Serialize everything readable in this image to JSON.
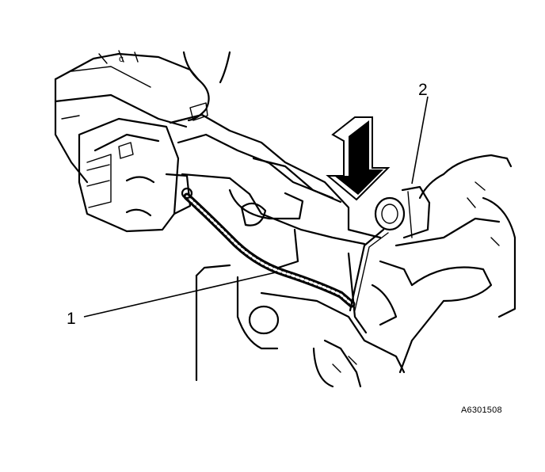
{
  "callouts": {
    "item1": "1",
    "item2": "2"
  },
  "figure_id": "A6301508",
  "colors": {
    "ink": "#000000",
    "paper": "#ffffff"
  }
}
